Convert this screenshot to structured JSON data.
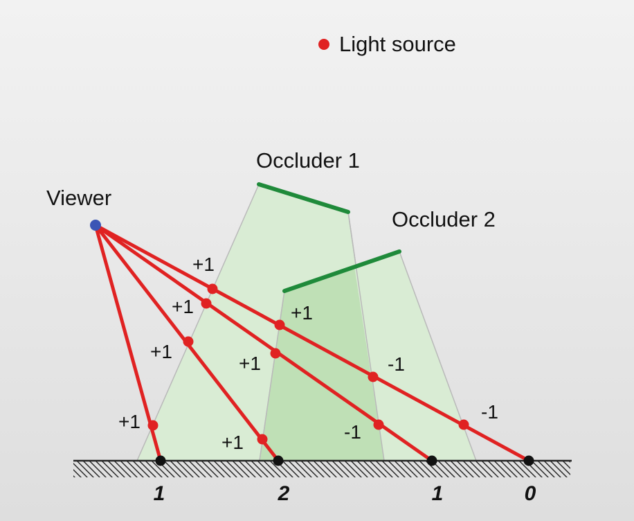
{
  "legend": {
    "label": "Light source",
    "marker_color": "#e02222"
  },
  "viewer": {
    "label": "Viewer",
    "color": "#3b55b5"
  },
  "occluders": [
    {
      "label": "Occluder 1",
      "color": "#1f8a3a"
    },
    {
      "label": "Occluder 2",
      "color": "#1f8a3a"
    }
  ],
  "shadow_fill": "#c8e6c0",
  "ray_color": "#e02222",
  "rays": [
    {
      "crossings": [
        "+1"
      ],
      "ground_count": "1"
    },
    {
      "crossings": [
        "+1",
        "+1"
      ],
      "ground_count": "2"
    },
    {
      "crossings": [
        "+1",
        "+1",
        "-1"
      ],
      "ground_count": "1"
    },
    {
      "crossings": [
        "+1",
        "+1",
        "-1",
        "-1"
      ],
      "ground_count": "0"
    }
  ]
}
